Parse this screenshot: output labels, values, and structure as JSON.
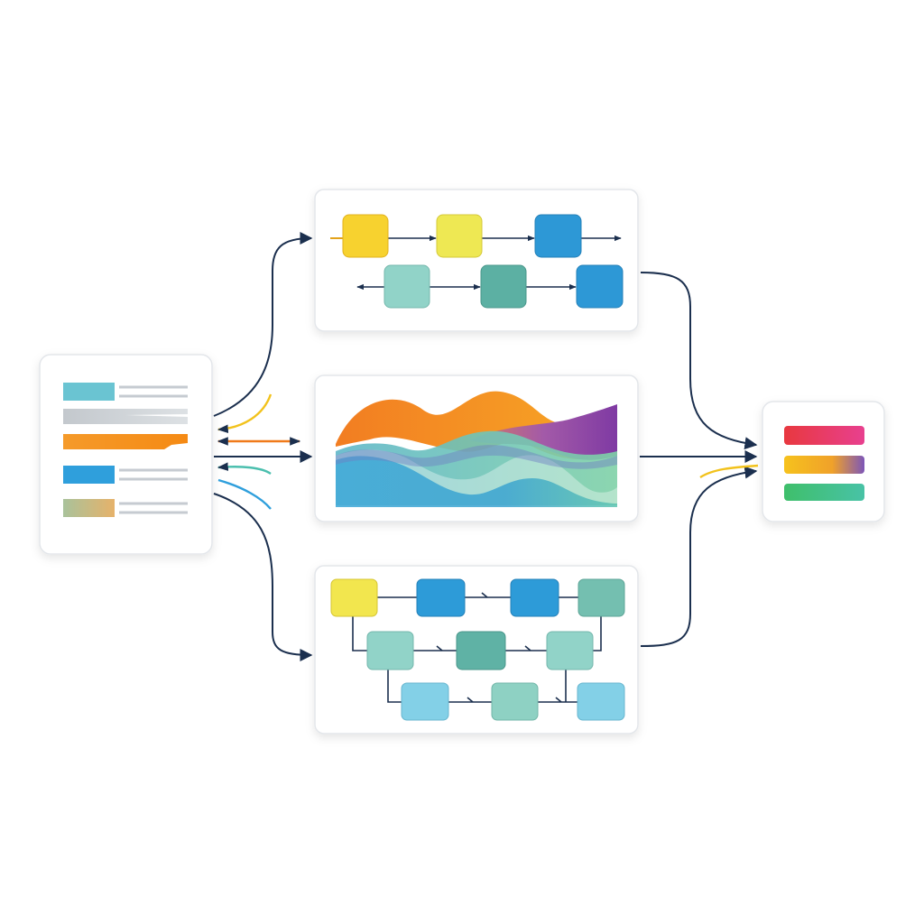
{
  "colors": {
    "background": "#ffffff",
    "card_fill": "#ffffff",
    "card_stroke": "#e3e6ea",
    "arrow": "#1b2f4e",
    "yellow": "#f7d533",
    "blue": "#2e9fdc",
    "teal_light": "#8fd3c9",
    "teal_dark": "#5db3a6",
    "cyan_light": "#7fd0e6",
    "orange": "#f5901e",
    "purple": "#8a3fa6",
    "green": "#3fbf8a",
    "red": "#e8383f",
    "pink": "#e83e8c",
    "gray_line": "#c6cbd1"
  },
  "nodes": {
    "source_document": {
      "icon": "document-list-icon",
      "rows": 5
    },
    "top_panel": {
      "icon": "sequential-flow-icon",
      "blocks": [
        "yellow",
        "yellow",
        "blue",
        "teal_light",
        "teal_dark",
        "blue"
      ]
    },
    "middle_panel": {
      "icon": "wave-chart-icon",
      "layers": [
        "orange",
        "purple",
        "blue",
        "green"
      ]
    },
    "bottom_panel": {
      "icon": "tree-flow-icon",
      "blocks": [
        "yellow",
        "blue",
        "blue",
        "teal_dark",
        "teal_light",
        "teal_dark",
        "teal_light",
        "cyan_light",
        "teal_light",
        "cyan_light"
      ]
    },
    "output_list": {
      "icon": "color-bars-icon",
      "bars": [
        "red-pink",
        "yellow-purple",
        "green-teal"
      ]
    }
  },
  "edges": [
    {
      "from": "source_document",
      "to": "top_panel"
    },
    {
      "from": "source_document",
      "to": "middle_panel"
    },
    {
      "from": "source_document",
      "to": "bottom_panel"
    },
    {
      "from": "top_panel",
      "to": "output_list"
    },
    {
      "from": "middle_panel",
      "to": "output_list"
    },
    {
      "from": "bottom_panel",
      "to": "output_list"
    }
  ]
}
